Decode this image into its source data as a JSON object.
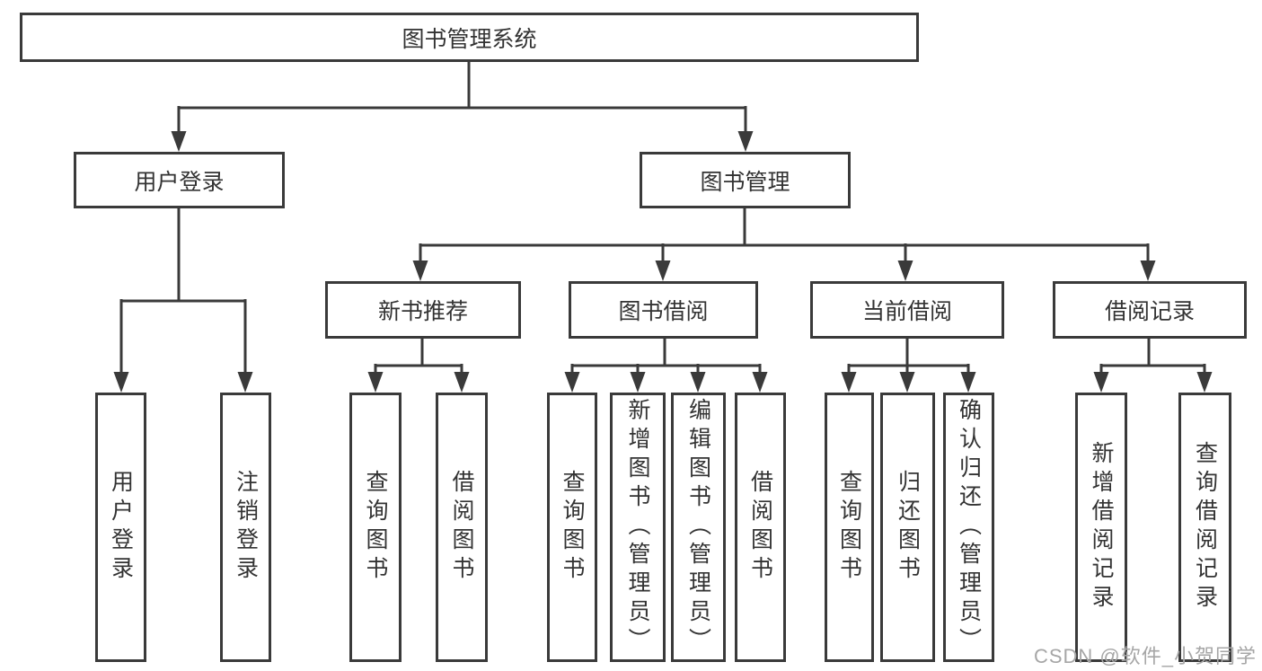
{
  "diagram": {
    "root": {
      "label": "图书管理系统"
    },
    "level2": [
      {
        "label": "用户登录"
      },
      {
        "label": "图书管理"
      }
    ],
    "level3": [
      {
        "label": "新书推荐"
      },
      {
        "label": "图书借阅"
      },
      {
        "label": "当前借阅"
      },
      {
        "label": "借阅记录"
      }
    ],
    "leaves": [
      {
        "label": "用户登录"
      },
      {
        "label": "注销登录"
      },
      {
        "label": "查询图书"
      },
      {
        "label": "借阅图书"
      },
      {
        "label": "查询图书"
      },
      {
        "label": "新增图书（管理员）"
      },
      {
        "label": "编辑图书（管理员）"
      },
      {
        "label": "借阅图书"
      },
      {
        "label": "查询图书"
      },
      {
        "label": "归还图书"
      },
      {
        "label": "确认归还（管理员）"
      },
      {
        "label": "新增借阅记录"
      },
      {
        "label": "查询借阅记录"
      }
    ],
    "watermark": {
      "text": "CSDN @软件_小贺同学"
    },
    "colors": {
      "line": "#3a3a3a",
      "text": "#333333",
      "background": "#ffffff",
      "watermark": "#a6a6a6"
    }
  }
}
